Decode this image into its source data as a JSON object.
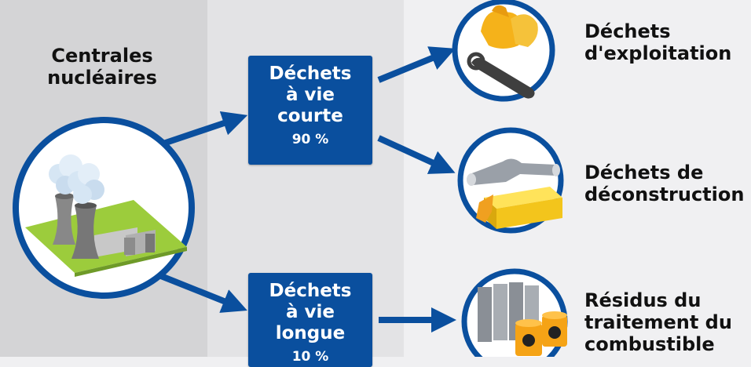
{
  "source": {
    "title_line1": "Centrales",
    "title_line2": "nucléaires"
  },
  "short_lived": {
    "line1": "Déchets",
    "line2": "à vie",
    "line3": "courte",
    "percent": "90 %"
  },
  "long_lived": {
    "line1": "Déchets",
    "line2": "à vie",
    "line3": "longue",
    "percent": "10 %"
  },
  "categories": {
    "operation": {
      "line1": "Déchets",
      "line2": "d'exploitation"
    },
    "deconstruction": {
      "line1": "Déchets de",
      "line2": "déconstruction"
    },
    "fuel": {
      "line1": "Résidus du",
      "line2": "traitement du",
      "line3": "combustible"
    }
  },
  "colors": {
    "accent": "#0a4f9e",
    "column1": "#d4d4d6",
    "column2": "#e3e3e5",
    "column3": "#f0f0f2"
  },
  "icons": [
    "nuclear-plant-icon",
    "gloves-wrench-icon",
    "pipe-concrete-icon",
    "fuel-residue-barrels-icon"
  ]
}
